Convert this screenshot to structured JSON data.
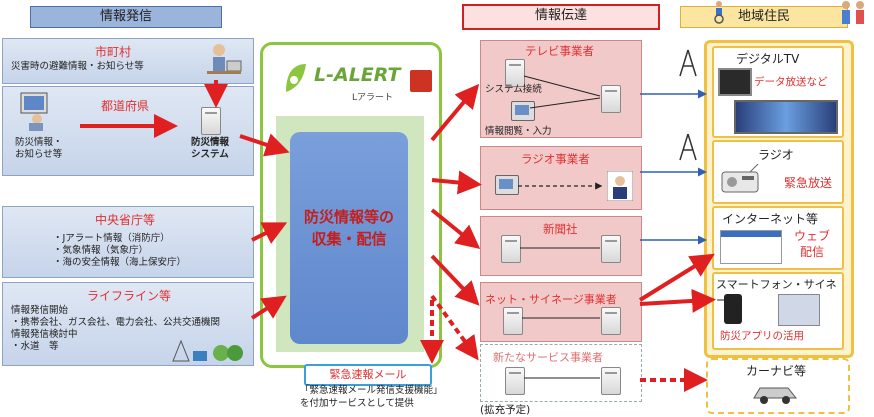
{
  "headers": {
    "info_sender": "情報発信",
    "info_transmission": "情報伝達",
    "residents": "地域住民"
  },
  "sources": {
    "municipality": {
      "title": "市町村",
      "text": "災害時の避難情報・お知らせ等"
    },
    "prefecture": {
      "title": "都道府県",
      "text": "防災情報・\nお知らせ等",
      "system_label": "防災情報\nシステム"
    },
    "ministries": {
      "title": "中央省庁等",
      "text": "・Jアラート情報（消防庁）\n・気象情報（気象庁）\n・海の安全情報（海上保安庁）"
    },
    "lifeline": {
      "title": "ライフライン等",
      "text": "情報発信開始\n・携帯会社、ガス会社、電力会社、公共交通機関\n情報発信検討中\n・水道　等"
    }
  },
  "lalert": {
    "logo": "L-ALERT",
    "logo_sub": "Lアラート",
    "center_text": "防災情報等の\n収集・配信"
  },
  "media": {
    "tv": {
      "title": "テレビ事業者",
      "label1": "システム接続",
      "label2": "情報閲覧・入力"
    },
    "radio": {
      "title": "ラジオ事業者"
    },
    "newspaper": {
      "title": "新聞社"
    },
    "net": {
      "title": "ネット・サイネージ事業者"
    },
    "new_service": {
      "title": "新たなサービス事業者"
    }
  },
  "residents": {
    "digital_tv": {
      "title": "デジタルTV",
      "note": "データ放送など"
    },
    "radio": {
      "title": "ラジオ",
      "note": "緊急放送"
    },
    "internet": {
      "title": "インターネット等",
      "note": "ウェブ\n配信"
    },
    "smartphone": {
      "title": "スマートフォン・サイネージ",
      "note": "防災アプリの活用"
    },
    "carnavi": {
      "title": "カーナビ等"
    }
  },
  "emergency_mail": {
    "label": "緊急速報メール",
    "note": "「緊急速報メール発信支援機能」\nを付加サービスとして提供"
  },
  "expansion_note": "(拡充予定)",
  "colors": {
    "accent_red": "#e03030",
    "lalert_green": "#8cc63f",
    "resident_yellow": "#f0c040"
  }
}
